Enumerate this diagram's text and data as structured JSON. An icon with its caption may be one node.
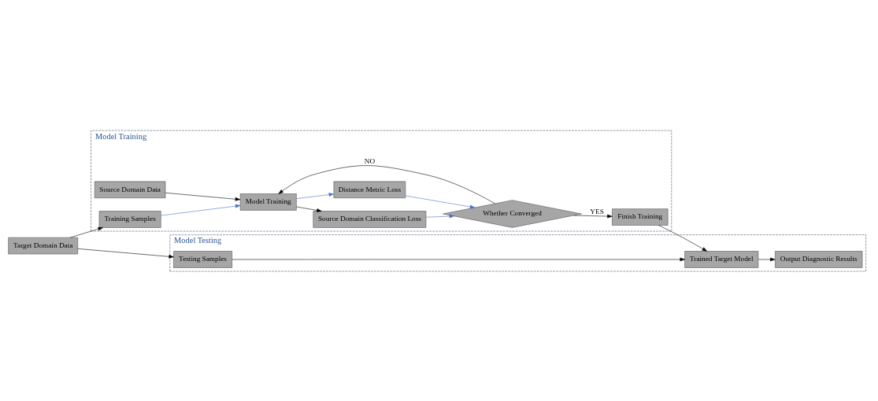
{
  "diagram": {
    "nodes": [
      {
        "text": [
          "Model Training"
        ]
      },
      {
        "text": [
          "Source Domain Data"
        ],
        "in": 0
      },
      {
        "text": [
          "Model Training"
        ],
        "in": 0
      },
      {
        "text": [
          "Source Domain Classification Loss"
        ],
        "in": 0
      },
      {
        "text": [
          "Distance Metric Loss"
        ],
        "in": 0
      },
      {
        "text": [
          "Whether Converged"
        ],
        "in": 0
      },
      {
        "text": [
          "Finish Training"
        ],
        "in": 0
      },
      {
        "text": [
          "Training Samples"
        ],
        "in": 0
      },
      {
        "text": [
          "Target Domain Data"
        ]
      },
      {
        "text": [
          "Model Testing"
        ]
      },
      {
        "text": [
          "Testing Samples"
        ],
        "in": 9
      },
      {
        "text": [
          "Trained Target Model"
        ],
        "in": 9
      },
      {
        "text": [
          "Output Diagnostic Results"
        ],
        "in": 9
      }
    ],
    "edges": [
      {
        "from": 1,
        "to": 2,
        "arrow": "to"
      },
      {
        "from": 2,
        "to": 3,
        "arrow": "to"
      },
      {
        "from": 2,
        "to": 4,
        "arrow": "to",
        "color": "#4472c4"
      },
      {
        "from": 7,
        "to": 2,
        "arrow": "to",
        "color": "#4472c4"
      },
      {
        "from": 3,
        "to": 5,
        "arrow": "to",
        "color": "#4472c4"
      },
      {
        "from": 4,
        "to": 5,
        "arrow": "to",
        "color": "#4472c4"
      },
      {
        "from": 5,
        "to": 2,
        "arrow": "to",
        "label": "NO"
      },
      {
        "from": 5,
        "to": 6,
        "arrow": "to",
        "label": "YES"
      },
      {
        "from": 6,
        "to": 11,
        "arrow": "to"
      },
      {
        "from": 8,
        "to": 7,
        "arrow": "to"
      },
      {
        "from": 8,
        "to": 10,
        "arrow": "to"
      },
      {
        "from": 10,
        "to": 11,
        "arrow": "to"
      },
      {
        "from": 11,
        "to": 12,
        "arrow": "to"
      }
    ]
  }
}
